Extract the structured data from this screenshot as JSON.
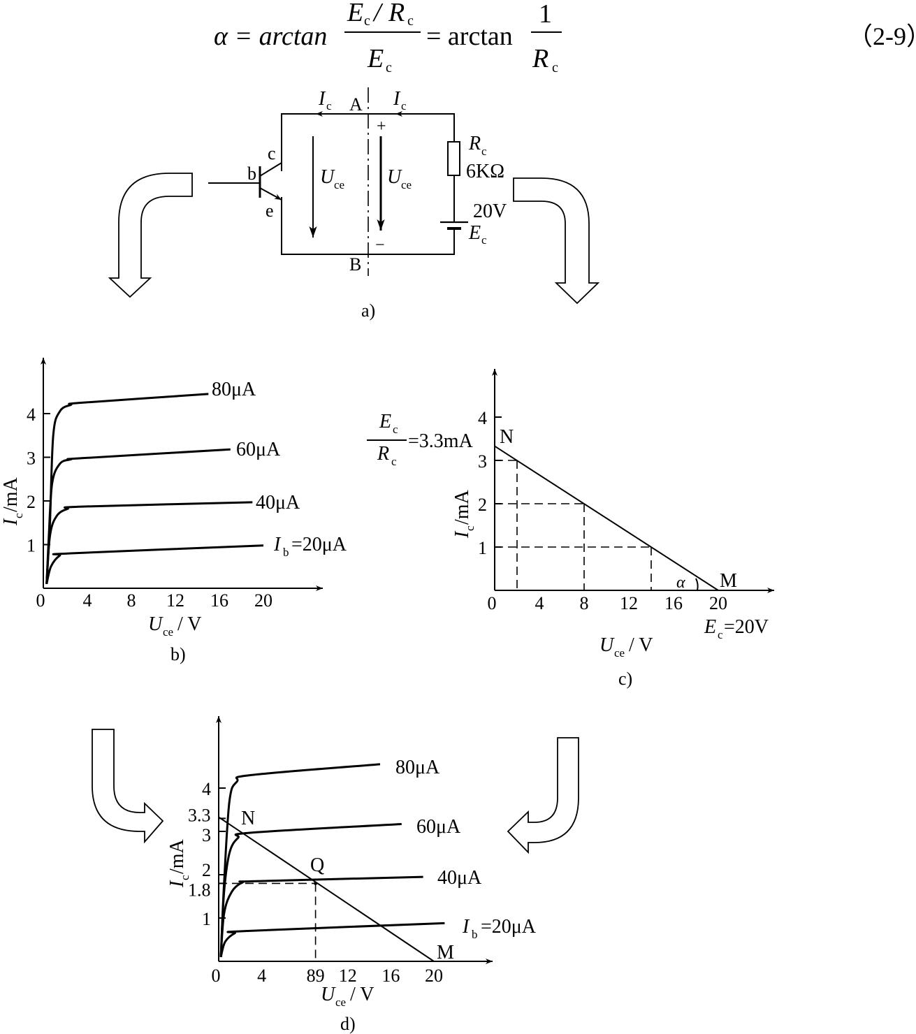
{
  "equation": {
    "lhs": "α = arctan",
    "num_E": "E",
    "num_sub1": "c",
    "num_slash": "/",
    "num_R": "R",
    "num_sub2": "c",
    "den_E": "E",
    "den_sub": "c",
    "mid": "= arctan",
    "one": "1",
    "den2_R": "R",
    "den2_sub": "c",
    "number": "（2-9）"
  },
  "circuit": {
    "node_a": "A",
    "node_b": "B",
    "ic_left_I": "I",
    "ic_left_sub": "c",
    "ic_right_I": "I",
    "ic_right_sub": "c",
    "plus": "+",
    "minus": "−",
    "pin_c": "c",
    "pin_b": "b",
    "pin_e": "e",
    "uce1_U": "U",
    "uce1_sub": "ce",
    "uce2_U": "U",
    "uce2_sub": "ce",
    "rc_R": "R",
    "rc_sub": "c",
    "rc_value": "6KΩ",
    "ec_value": "20V",
    "ec_E": "E",
    "ec_sub": "c",
    "caption": "a)"
  },
  "chart_b": {
    "caption": "b)",
    "ylabel_I": "I",
    "ylabel_sub": "c",
    "ylabel_unit": "/mA",
    "xlabel_U": "U",
    "xlabel_sub": "ce",
    "xlabel_unit": " / V",
    "curve_labels": [
      "80μA",
      "60μA",
      "40μA",
      "=20μA"
    ],
    "ib_I": "I",
    "ib_sub": "b"
  },
  "chart_c": {
    "caption": "c)",
    "ylabel_I": "I",
    "ylabel_sub": "c",
    "ylabel_unit": "/mA",
    "xlabel_U": "U",
    "xlabel_sub": "ce",
    "xlabel_unit": " / V",
    "frac_E": "E",
    "frac_Esub": "c",
    "frac_R": "R",
    "frac_Rsub": "c",
    "frac_value": "=3.3mA",
    "point_n": "N",
    "point_m": "M",
    "alpha": "α",
    "ec_E": "E",
    "ec_sub": "c",
    "ec_value": "=20V"
  },
  "chart_d": {
    "caption": "d)",
    "ylabel_I": "I",
    "ylabel_sub": "c",
    "ylabel_unit": "/mA",
    "xlabel_U": "U",
    "xlabel_sub": "ce",
    "xlabel_unit": " / V",
    "curve_labels": [
      "80μA",
      "60μA",
      "40μA",
      "=20μA"
    ],
    "ib_I": "I",
    "ib_sub": "b",
    "point_n": "N",
    "point_m": "M",
    "point_q": "Q"
  },
  "chart_data": [
    {
      "type": "line",
      "panel": "b",
      "xlabel": "Uce / V",
      "ylabel": "Ic/mA",
      "x_ticks": [
        "0",
        "4",
        "8",
        "12",
        "16",
        "20"
      ],
      "y_ticks": [
        "1",
        "2",
        "3",
        "4"
      ],
      "series": [
        {
          "name": "80μA",
          "points": [
            [
              0.3,
              0.1
            ],
            [
              0.6,
              1.5
            ],
            [
              0.9,
              3.5
            ],
            [
              1.5,
              4.05
            ],
            [
              2.5,
              4.2
            ],
            [
              3.5,
              4.25
            ],
            [
              15,
              4.45
            ]
          ]
        },
        {
          "name": "60μA",
          "points": [
            [
              0.3,
              0.1
            ],
            [
              0.5,
              1.2
            ],
            [
              0.8,
              2.4
            ],
            [
              1.5,
              2.85
            ],
            [
              2.5,
              2.95
            ],
            [
              3.5,
              2.98
            ],
            [
              17,
              3.18
            ]
          ]
        },
        {
          "name": "40μA",
          "points": [
            [
              0.3,
              0.1
            ],
            [
              0.6,
              1.2
            ],
            [
              1.2,
              1.65
            ],
            [
              2.2,
              1.82
            ],
            [
              3.5,
              1.87
            ],
            [
              19,
              1.97
            ]
          ]
        },
        {
          "name": "Ib=20μA",
          "points": [
            [
              0.3,
              0.1
            ],
            [
              0.7,
              0.5
            ],
            [
              1.5,
              0.75
            ],
            [
              2.5,
              0.8
            ],
            [
              20,
              0.98
            ]
          ]
        }
      ]
    },
    {
      "type": "line",
      "panel": "c",
      "xlabel": "Uce / V",
      "ylabel": "Ic/mA",
      "x_ticks": [
        "0",
        "4",
        "8",
        "12",
        "16",
        "20"
      ],
      "y_ticks": [
        "1",
        "2",
        "3",
        "4"
      ],
      "series": [
        {
          "name": "load line NM",
          "points": [
            [
              0,
              3.33
            ],
            [
              20,
              0
            ]
          ]
        }
      ],
      "guides": [
        [
          2,
          3
        ],
        [
          8,
          2
        ],
        [
          14,
          1
        ]
      ]
    },
    {
      "type": "line",
      "panel": "d",
      "xlabel": "Uce / V",
      "ylabel": "Ic/mA",
      "x_ticks": [
        "0",
        "4",
        "89",
        "12",
        "16",
        "20"
      ],
      "y_ticks": [
        "1",
        "1.8",
        "2",
        "3",
        "3.3",
        "4"
      ],
      "series": [
        {
          "name": "80μA",
          "points": [
            [
              0.2,
              0.1
            ],
            [
              0.5,
              1.8
            ],
            [
              1.0,
              3.7
            ],
            [
              1.7,
              4.15
            ],
            [
              3.0,
              4.3
            ],
            [
              15,
              4.55
            ]
          ]
        },
        {
          "name": "60μA",
          "points": [
            [
              0.2,
              0.1
            ],
            [
              0.5,
              1.6
            ],
            [
              1.0,
              2.5
            ],
            [
              1.8,
              2.85
            ],
            [
              3.0,
              2.97
            ],
            [
              17,
              3.17
            ]
          ]
        },
        {
          "name": "40μA",
          "points": [
            [
              0.2,
              0.1
            ],
            [
              0.5,
              1.1
            ],
            [
              1.2,
              1.6
            ],
            [
              2.2,
              1.82
            ],
            [
              3.5,
              1.85
            ],
            [
              19,
              1.95
            ]
          ]
        },
        {
          "name": "Ib=20μA",
          "points": [
            [
              0.2,
              0.1
            ],
            [
              0.6,
              0.45
            ],
            [
              1.5,
              0.65
            ],
            [
              2.5,
              0.7
            ],
            [
              21,
              0.88
            ]
          ]
        },
        {
          "name": "load line NM",
          "points": [
            [
              0,
              3.33
            ],
            [
              20,
              0
            ]
          ]
        }
      ],
      "q_point": [
        9,
        1.8
      ]
    }
  ]
}
